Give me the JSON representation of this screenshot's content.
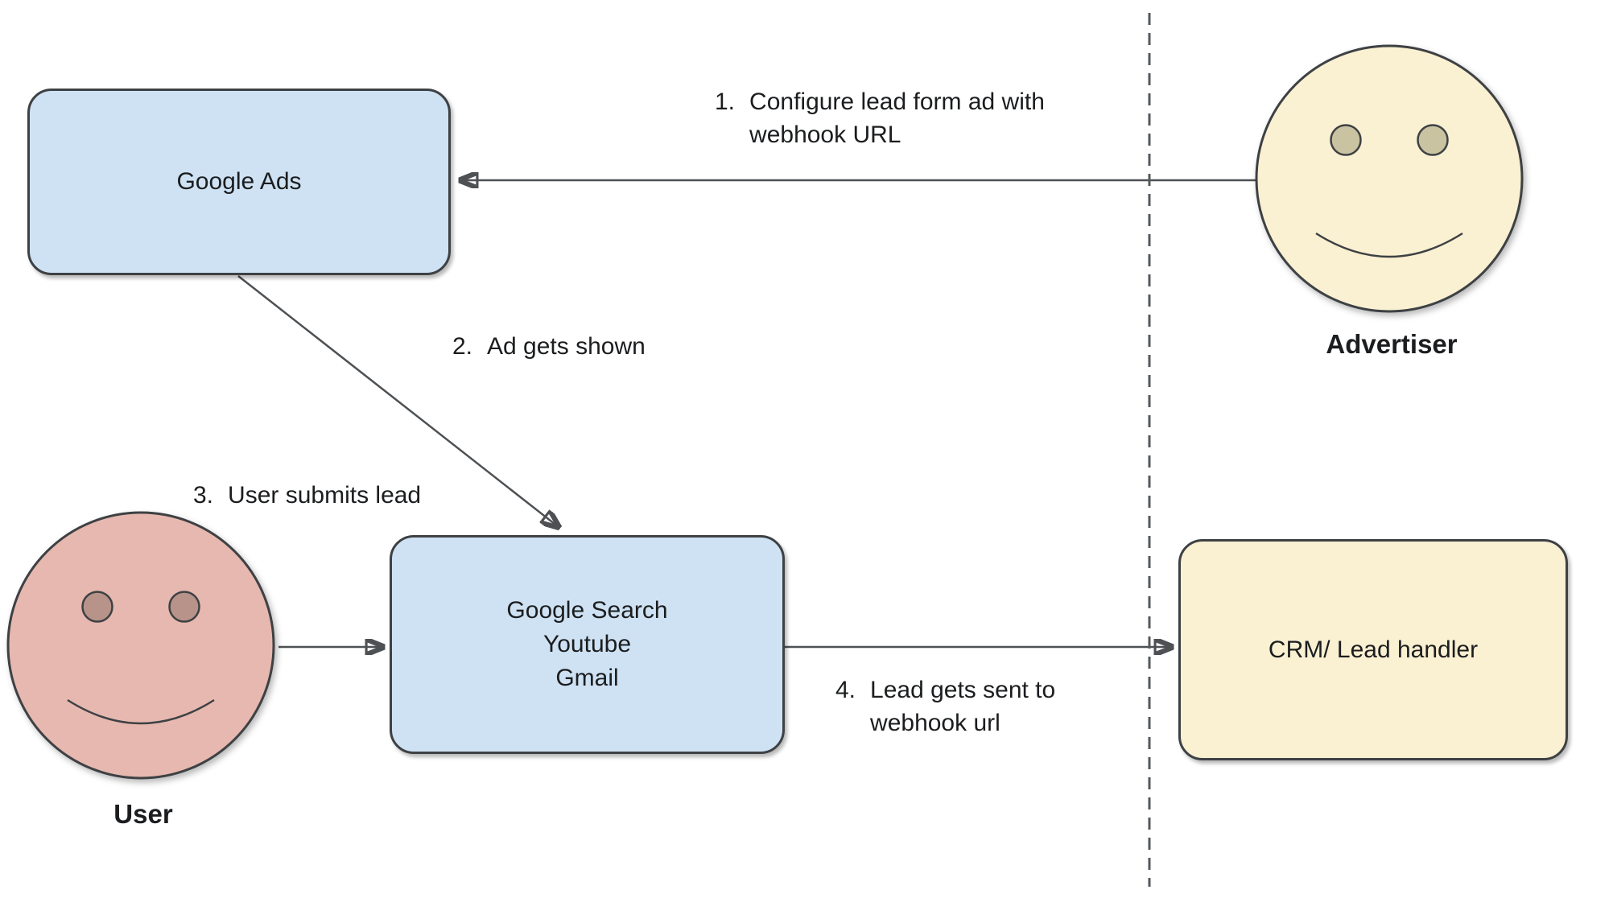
{
  "nodes": {
    "google_ads": {
      "label": "Google Ads"
    },
    "google_surfaces": {
      "lines": [
        "Google Search",
        "Youtube",
        "Gmail"
      ]
    },
    "crm": {
      "label": "CRM/ Lead handler"
    },
    "advertiser": {
      "label": "Advertiser"
    },
    "user": {
      "label": "User"
    }
  },
  "edges": {
    "e1": {
      "number": "1.",
      "lines": [
        "Configure lead form ad with",
        "webhook URL"
      ]
    },
    "e2": {
      "number": "2.",
      "label": "Ad gets shown"
    },
    "e3": {
      "number": "3.",
      "label": "User submits lead"
    },
    "e4": {
      "number": "4.",
      "lines": [
        "Lead gets sent to",
        "webhook url"
      ]
    }
  },
  "colors": {
    "node_blue": "#cfe2f3",
    "node_yellow": "#faf0d2",
    "face_yellow": "#faf0d2",
    "face_pink": "#e6b8af",
    "eye_tan": "#c9c3a2",
    "eye_pink": "#b79389",
    "shape_border": "#3e4144",
    "arrow": "#4d5154",
    "dashed_divider": "#55595c",
    "text": "#1b1d1f"
  }
}
